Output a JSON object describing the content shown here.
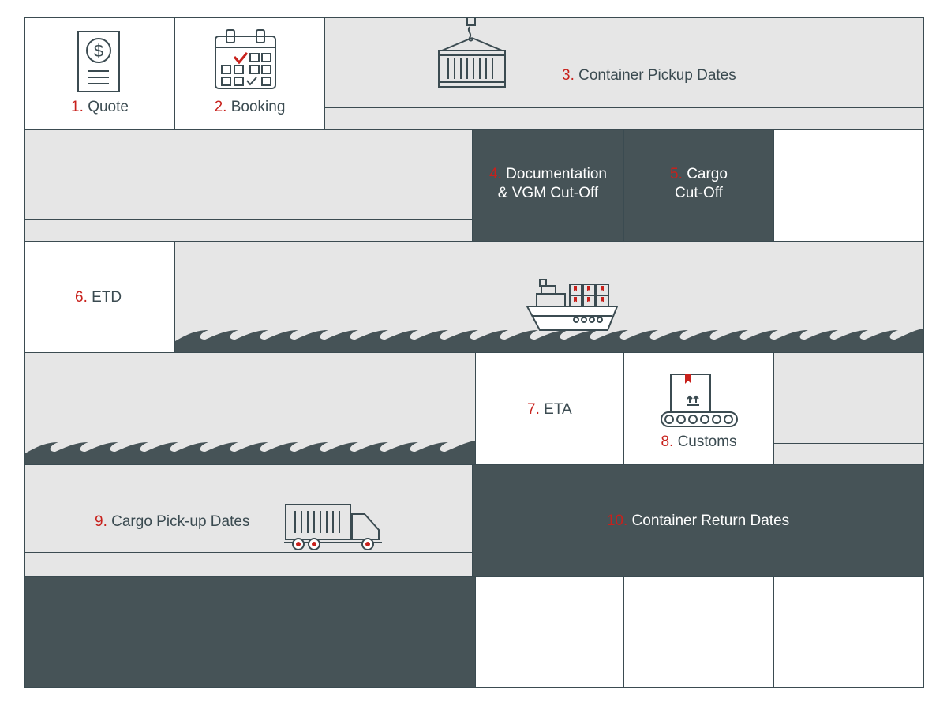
{
  "colors": {
    "dark": "#465357",
    "light": "#e6e6e6",
    "accent": "#c8211c",
    "line": "#3b4b51"
  },
  "steps": [
    {
      "num": "1.",
      "label": "Quote",
      "icon": "quote-document-icon"
    },
    {
      "num": "2.",
      "label": "Booking",
      "icon": "calendar-icon"
    },
    {
      "num": "3.",
      "label": "Container Pickup Dates",
      "icon": "container-crane-icon"
    },
    {
      "num": "4.",
      "line1": "Documentation",
      "line2": "& VGM Cut-Off"
    },
    {
      "num": "5.",
      "line1": "Cargo",
      "line2": "Cut-Off"
    },
    {
      "num": "6.",
      "label": "ETD",
      "icon": "cargo-ship-icon"
    },
    {
      "num": "7.",
      "label": "ETA"
    },
    {
      "num": "8.",
      "label": "Customs",
      "icon": "customs-conveyor-icon"
    },
    {
      "num": "9.",
      "label": "Cargo Pick-up Dates",
      "icon": "truck-icon"
    },
    {
      "num": "10.",
      "label": "Container Return Dates"
    }
  ]
}
